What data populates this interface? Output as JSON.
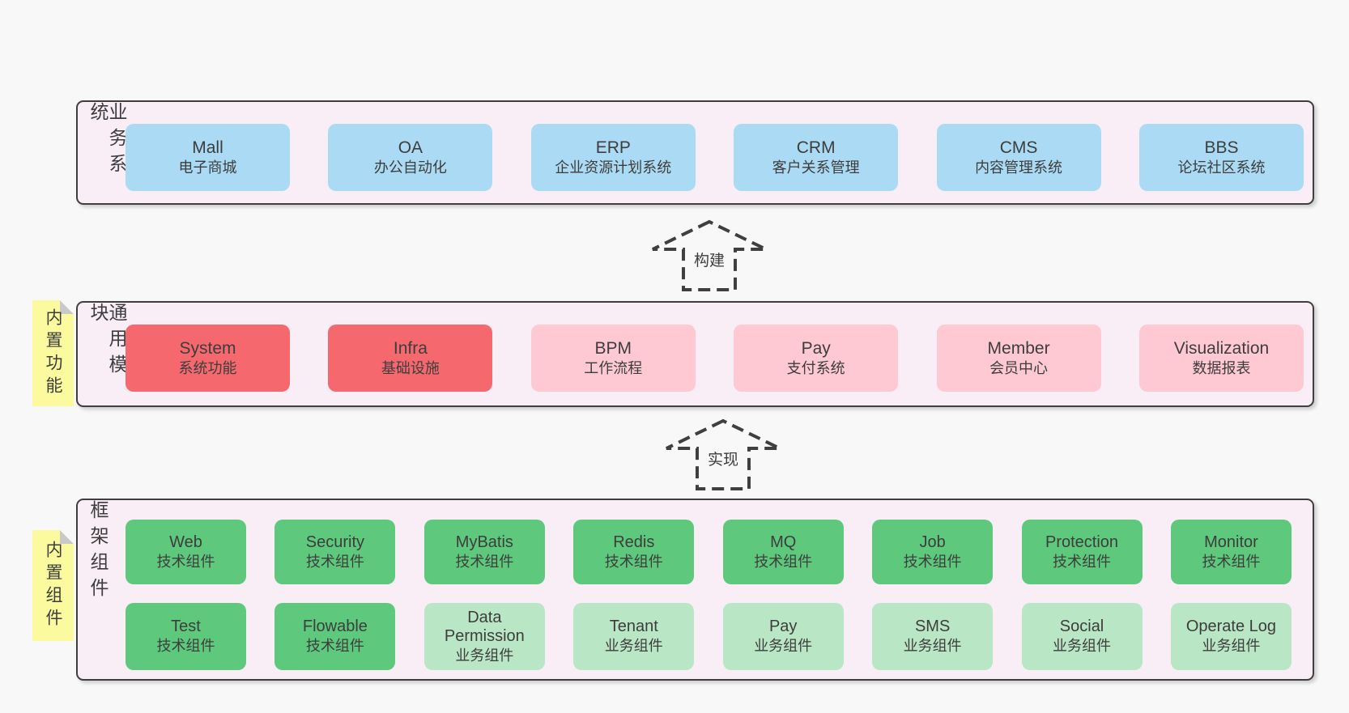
{
  "colors": {
    "pageBg": "#f8f8f8",
    "bandBg": "#f9edf6",
    "bandBorder": "#3f3f3f",
    "blue": "#abdbf4",
    "red": "#f5696e",
    "pink": "#fec9d3",
    "green": "#5ec97c",
    "lightGreen": "#b9e7c5",
    "yellow": "#fbfa9e",
    "fold": "#c9c9c9",
    "text": "#3d3d3d",
    "arrow": "#3f3f3f"
  },
  "arrows": [
    {
      "label": "构建"
    },
    {
      "label": "实现"
    }
  ],
  "bands": [
    {
      "label": "业务系统",
      "boxes": [
        {
          "en": "Mall",
          "cn": "电子商城",
          "type": "blue"
        },
        {
          "en": "OA",
          "cn": "办公自动化",
          "type": "blue"
        },
        {
          "en": "ERP",
          "cn": "企业资源计划系统",
          "type": "blue"
        },
        {
          "en": "CRM",
          "cn": "客户关系管理",
          "type": "blue"
        },
        {
          "en": "CMS",
          "cn": "内容管理系统",
          "type": "blue"
        },
        {
          "en": "BBS",
          "cn": "论坛社区系统",
          "type": "blue"
        }
      ]
    },
    {
      "label": "通用模块",
      "note": "内置功能",
      "boxes": [
        {
          "en": "System",
          "cn": "系统功能",
          "type": "red"
        },
        {
          "en": "Infra",
          "cn": "基础设施",
          "type": "red"
        },
        {
          "en": "BPM",
          "cn": "工作流程",
          "type": "pink"
        },
        {
          "en": "Pay",
          "cn": "支付系统",
          "type": "pink"
        },
        {
          "en": "Member",
          "cn": "会员中心",
          "type": "pink"
        },
        {
          "en": "Visualization",
          "cn": "数据报表",
          "type": "pink"
        }
      ]
    },
    {
      "label": "框架组件",
      "note": "内置组件",
      "row1": [
        {
          "en": "Web",
          "cn": "技术组件",
          "type": "green"
        },
        {
          "en": "Security",
          "cn": "技术组件",
          "type": "green"
        },
        {
          "en": "MyBatis",
          "cn": "技术组件",
          "type": "green"
        },
        {
          "en": "Redis",
          "cn": "技术组件",
          "type": "green"
        },
        {
          "en": "MQ",
          "cn": "技术组件",
          "type": "green"
        },
        {
          "en": "Job",
          "cn": "技术组件",
          "type": "green"
        },
        {
          "en": "Protection",
          "cn": "技术组件",
          "type": "green"
        },
        {
          "en": "Monitor",
          "cn": "技术组件",
          "type": "green"
        }
      ],
      "row2": [
        {
          "en": "Test",
          "cn": "技术组件",
          "type": "green"
        },
        {
          "en": "Flowable",
          "cn": "技术组件",
          "type": "green"
        },
        {
          "en": "Data Permission",
          "cn": "业务组件",
          "type": "lightGreen"
        },
        {
          "en": "Tenant",
          "cn": "业务组件",
          "type": "lightGreen"
        },
        {
          "en": "Pay",
          "cn": "业务组件",
          "type": "lightGreen"
        },
        {
          "en": "SMS",
          "cn": "业务组件",
          "type": "lightGreen"
        },
        {
          "en": "Social",
          "cn": "业务组件",
          "type": "lightGreen"
        },
        {
          "en": "Operate Log",
          "cn": "业务组件",
          "type": "lightGreen"
        }
      ]
    }
  ]
}
